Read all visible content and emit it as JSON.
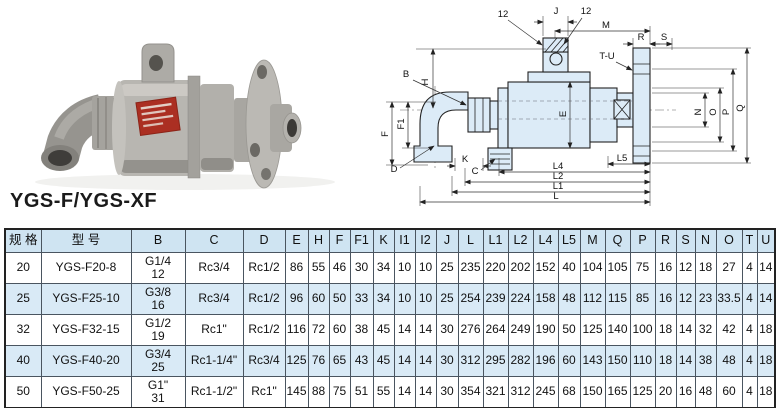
{
  "title": "YGS-F/YGS-XF",
  "photo": {
    "description": "rotary-joint-product-photo",
    "sticker_color": "#ab2f22"
  },
  "diagram": {
    "labels": {
      "d12a": "12",
      "j": "J",
      "d12b": "12",
      "m": "M",
      "r": "R",
      "s": "S",
      "tu": "T-U",
      "b": "B",
      "h": "H",
      "e": "E",
      "f": "F",
      "f1": "F1",
      "d": "D",
      "k": "K",
      "c": "C",
      "l4": "L4",
      "l5": "L5",
      "l2": "L2",
      "l1": "L1",
      "l": "L",
      "n": "N",
      "o": "O",
      "p": "P",
      "q": "Q"
    }
  },
  "table": {
    "colors": {
      "header_bg": "#cfe4f2",
      "alt_row_bg": "#d9eaf6",
      "grid": "#4a5560"
    },
    "header": [
      "规 格",
      "型 号",
      "B",
      "C",
      "D",
      "E",
      "H",
      "F",
      "F1",
      "K",
      "I1",
      "I2",
      "J",
      "L",
      "L1",
      "L2",
      "L4",
      "L5",
      "M",
      "Q",
      "P",
      "R",
      "S",
      "N",
      "O",
      "T",
      "U"
    ],
    "rows": [
      [
        "20",
        "YGS-F20-8",
        "G1/4\n12",
        "Rc3/4",
        "Rc1/2",
        "86",
        "55",
        "46",
        "30",
        "34",
        "10",
        "10",
        "25",
        "235",
        "220",
        "202",
        "152",
        "40",
        "104",
        "105",
        "75",
        "16",
        "12",
        "18",
        "27",
        "4",
        "14"
      ],
      [
        "25",
        "YGS-F25-10",
        "G3/8\n16",
        "Rc3/4",
        "Rc1/2",
        "96",
        "60",
        "50",
        "33",
        "34",
        "10",
        "10",
        "25",
        "254",
        "239",
        "224",
        "158",
        "48",
        "112",
        "115",
        "85",
        "16",
        "12",
        "23",
        "33.5",
        "4",
        "14"
      ],
      [
        "32",
        "YGS-F32-15",
        "G1/2\n19",
        "Rc1\"",
        "Rc1/2",
        "116",
        "72",
        "60",
        "38",
        "45",
        "14",
        "14",
        "30",
        "276",
        "264",
        "249",
        "190",
        "50",
        "125",
        "140",
        "100",
        "18",
        "14",
        "32",
        "42",
        "4",
        "18"
      ],
      [
        "40",
        "YGS-F40-20",
        "G3/4\n25",
        "Rc1-1/4\"",
        "Rc3/4",
        "125",
        "76",
        "65",
        "43",
        "45",
        "14",
        "14",
        "30",
        "312",
        "295",
        "282",
        "196",
        "60",
        "143",
        "150",
        "110",
        "18",
        "14",
        "38",
        "48",
        "4",
        "18"
      ],
      [
        "50",
        "YGS-F50-25",
        "G1\"\n31",
        "Rc1-1/2\"",
        "Rc1\"",
        "145",
        "88",
        "75",
        "51",
        "55",
        "14",
        "14",
        "30",
        "354",
        "321",
        "312",
        "245",
        "68",
        "150",
        "165",
        "125",
        "20",
        "16",
        "48",
        "60",
        "4",
        "18"
      ]
    ]
  }
}
